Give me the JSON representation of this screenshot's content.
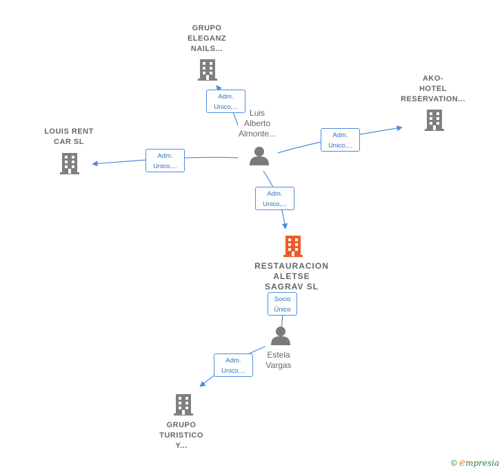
{
  "colors": {
    "edge": "#4a8ddc",
    "building": "#7f7f7f",
    "building_main": "#f05a28",
    "person": "#7a7a7a",
    "text": "#666666"
  },
  "nodes": {
    "grupo_eleganz": {
      "lines": [
        "GRUPO",
        "ELEGANZ",
        "NAILS..."
      ],
      "icon": "building-icon"
    },
    "ako_hotel": {
      "lines": [
        "AKO-",
        "HOTEL",
        "RESERVATION..."
      ],
      "icon": "building-icon"
    },
    "louis_rent": {
      "lines": [
        "LOUIS RENT",
        "CAR  SL"
      ],
      "icon": "building-icon"
    },
    "luis_alberto": {
      "lines": [
        "Luis",
        "Alberto",
        "Almonte..."
      ],
      "icon": "person-icon"
    },
    "restauracion": {
      "lines": [
        "RESTAURACION",
        "ALETSE",
        "SAGRAV  SL"
      ],
      "icon": "building-icon"
    },
    "estela": {
      "lines": [
        "Estela",
        "Vargas"
      ],
      "icon": "person-icon"
    },
    "grupo_turistico": {
      "lines": [
        "GRUPO",
        "TURISTICO",
        "Y..."
      ],
      "icon": "building-icon"
    }
  },
  "edges": {
    "e1": [
      "Adm.",
      "Unico,..."
    ],
    "e2": [
      "Adm.",
      "Unico,..."
    ],
    "e3": [
      "Adm.",
      "Unico,..."
    ],
    "e4": [
      "Adm.",
      "Unico,..."
    ],
    "e5": [
      "Socio",
      "Único"
    ],
    "e6": [
      "Adm.",
      "Unico,..."
    ]
  },
  "footer": {
    "copyright": "©",
    "brand_initial": "e",
    "brand_rest": "mpresia"
  }
}
